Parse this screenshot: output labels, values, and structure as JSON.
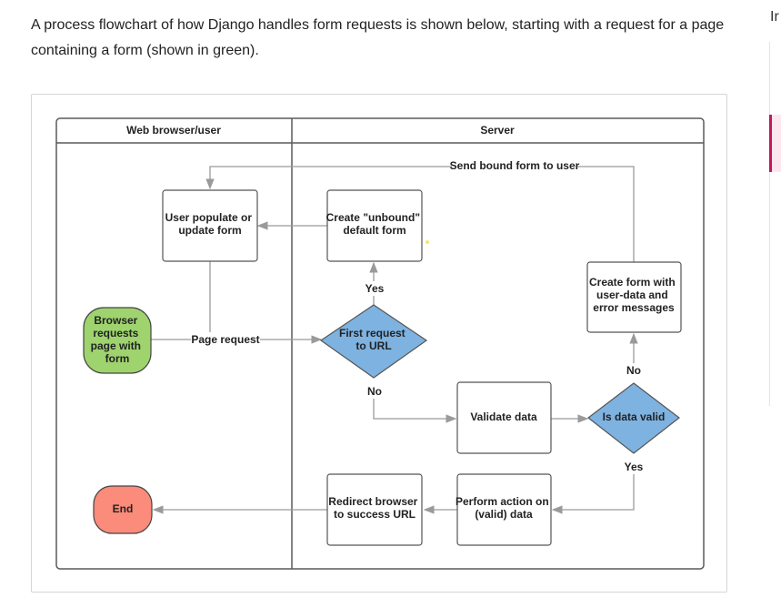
{
  "intro_text": "A process flowchart of how Django handles form requests is shown below, starting with a request for a page containing a form (shown in green).",
  "sidebar_peek": "Ir",
  "diagram": {
    "lanes": {
      "left": "Web browser/user",
      "right": "Server"
    },
    "nodes": {
      "browser_request": [
        "Browser",
        "requests",
        "page with",
        "form"
      ],
      "user_populate": [
        "User populate or",
        "update form"
      ],
      "create_unbound": [
        "Create \"unbound\"",
        "default form"
      ],
      "first_request": [
        "First request",
        "to URL"
      ],
      "create_form_errors": [
        "Create form with",
        "user-data and",
        "error messages"
      ],
      "validate_data": [
        "Validate data"
      ],
      "is_data_valid": [
        "Is data valid"
      ],
      "perform_action": [
        "Perform action on",
        "(valid) data"
      ],
      "redirect_browser": [
        "Redirect browser",
        "to success URL"
      ],
      "end": [
        "End"
      ]
    },
    "edge_labels": {
      "page_request": "Page request",
      "send_bound_form": "Send bound form to user",
      "yes_first": "Yes",
      "no_first": "No",
      "no_valid": "No",
      "yes_valid": "Yes"
    },
    "colors": {
      "start_node": "#9ed36e",
      "end_node": "#fb8b7a",
      "decision_node": "#7eb2e0",
      "process_node": "#ffffff",
      "line": "#9a9a9a",
      "border": "#5a5a5a"
    }
  }
}
